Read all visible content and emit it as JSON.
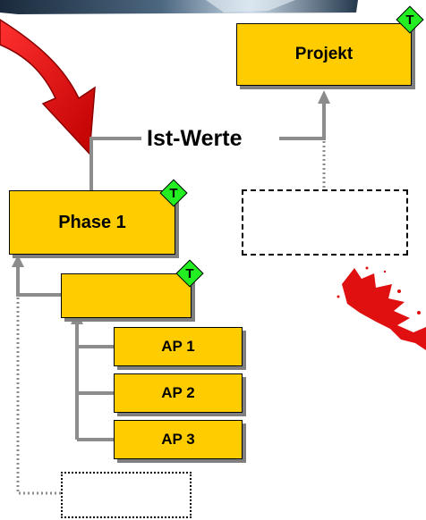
{
  "nodes": {
    "projekt": "Projekt",
    "phase1": "Phase 1",
    "subphase": "",
    "ap1": "AP 1",
    "ap2": "AP 2",
    "ap3": "AP 3"
  },
  "badge_letter": "T",
  "connector_label": "Ist-Werte",
  "colors": {
    "node_fill": "#FFCC00",
    "badge_fill": "#22EE22",
    "connector": "#8C8C8C",
    "arrow": "#E01010",
    "photo_dark": "#1A2A3C",
    "photo_light": "#9FB6CC"
  },
  "icons": {
    "badge": "t-diamond-icon",
    "arrow": "red-curved-arrow-icon",
    "photo": "photo-fragment",
    "splash": "red-splash-decoration"
  }
}
